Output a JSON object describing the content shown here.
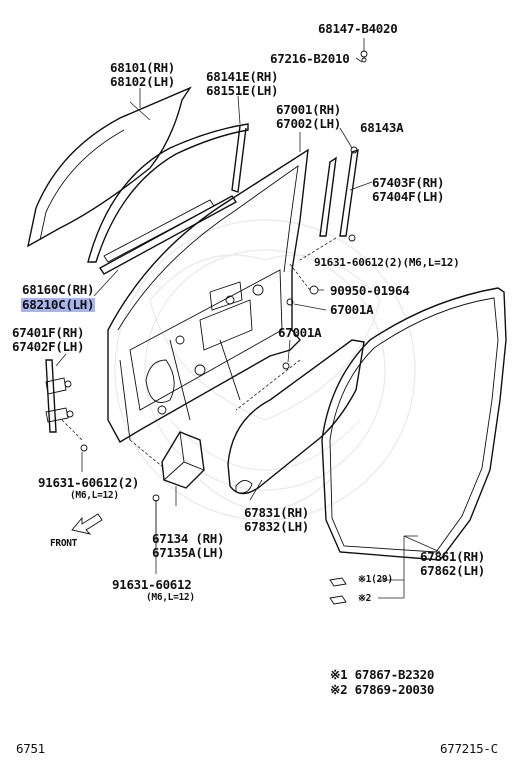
{
  "labels": {
    "p68147": "68147-B4020",
    "p67216": "67216-B2010",
    "p68101": "68101(RH)",
    "p68102": "68102(LH)",
    "p68141": "68141E(RH)",
    "p68151": "68151E(LH)",
    "p67001": "67001(RH)",
    "p67002": "67002(LH)",
    "p68143": "68143A",
    "p67403": "67403F(RH)",
    "p67404": "67404F(LH)",
    "p91631a": "91631-60612(2)(M6,L=12)",
    "p68160": "68160C(RH)",
    "p68210": "68210C(LH)",
    "p90950": "90950-01964",
    "p67001a_1": "67001A",
    "p67401": "67401F(RH)",
    "p67402": "67402F(LH)",
    "p67001a_2": "67001A",
    "p91631b": "91631-60612(2)",
    "p91631b_sub": "(M6,L=12)",
    "p67831": "67831(RH)",
    "p67832": "67832(LH)",
    "p67134": "67134 (RH)",
    "p67135": "67135A(LH)",
    "p67861": "67861(RH)",
    "p67862": "67862(LH)",
    "front": "FRONT",
    "mark1": "※1(29)",
    "mark2": "※2",
    "p91631c": "91631-60612",
    "p91631c_sub": "(M6,L=12)",
    "note1": "※1  67867-B2320",
    "note2": "※2  67869-20030",
    "footer_left": "6751",
    "footer_right": "677215-C"
  },
  "colors": {
    "highlight": "#a8b4ec",
    "ink": "#111111"
  },
  "highlighted_part": "68210C(LH)"
}
